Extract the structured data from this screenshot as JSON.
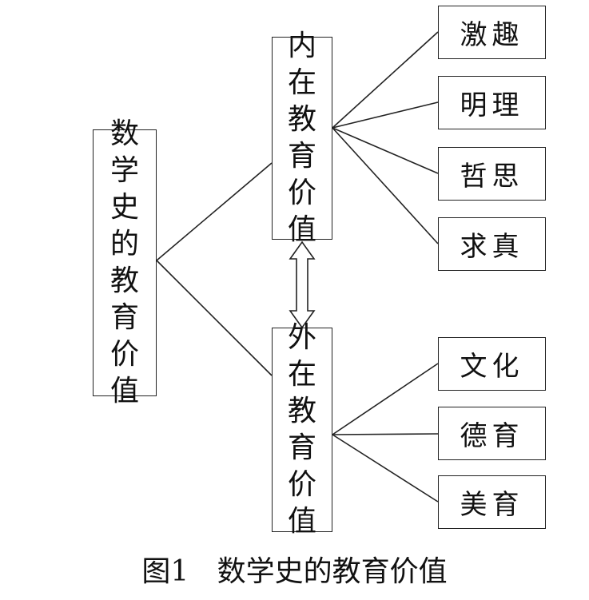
{
  "root": {
    "label": "数学史的教育价值"
  },
  "intrinsic": {
    "label": "内在教育价值",
    "children": [
      "激趣",
      "明理",
      "哲思",
      "求真"
    ]
  },
  "extrinsic": {
    "label": "外在教育价值",
    "children": [
      "文化",
      "德育",
      "美育"
    ]
  },
  "caption": {
    "number": "图1",
    "title": "数学史的教育价值"
  }
}
